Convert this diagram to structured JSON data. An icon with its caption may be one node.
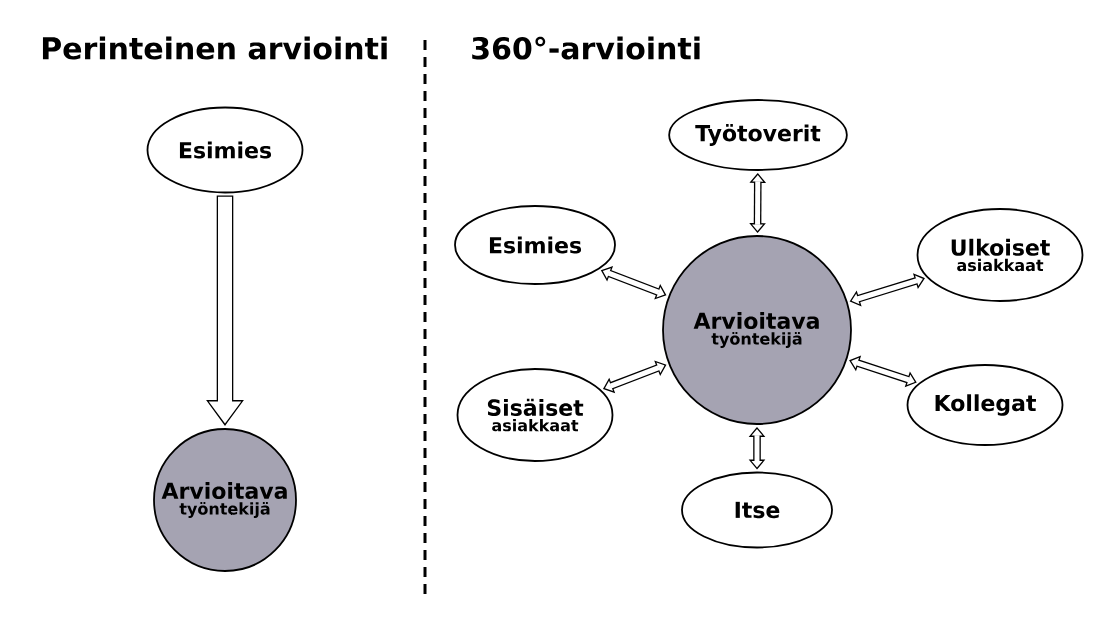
{
  "diagram": {
    "nodes": [
      {
        "text": [
          "Esimies"
        ]
      },
      {
        "text": [
          "Arvioitava",
          "työntekijä"
        ]
      },
      {
        "text": [
          "Työtoverit"
        ]
      },
      {
        "text": [
          "Esimies"
        ]
      },
      {
        "text": [
          "Arvioitava",
          "työntekijä"
        ]
      },
      {
        "text": [
          "Ulkoiset",
          "asiakkaat"
        ]
      },
      {
        "text": [
          "Sisäiset",
          "asiakkaat"
        ]
      },
      {
        "text": [
          "Kollegat"
        ]
      },
      {
        "text": [
          "Itse"
        ]
      }
    ],
    "edges": [
      {
        "from": 0,
        "to": 1,
        "arrow": "to",
        "style": "thick",
        "color": "#000000"
      },
      {
        "from": 4,
        "to": 2,
        "arrow": "both"
      },
      {
        "from": 4,
        "to": 3,
        "arrow": "both"
      },
      {
        "from": 4,
        "to": 5,
        "arrow": "both"
      },
      {
        "from": 4,
        "to": 6,
        "arrow": "both"
      },
      {
        "from": 4,
        "to": 7,
        "arrow": "both"
      },
      {
        "from": 4,
        "to": 8,
        "arrow": "both"
      }
    ],
    "labels": [
      "Perinteinen arviointi",
      "360°-arviointi"
    ]
  }
}
